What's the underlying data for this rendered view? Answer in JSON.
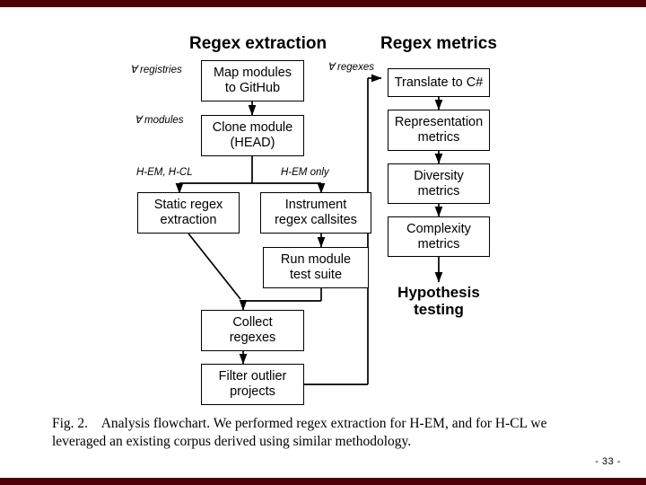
{
  "slide": {
    "page_number": "- 33 -",
    "accent_color": "#4d0008",
    "background_color": "#ffffff"
  },
  "figure": {
    "columns": [
      {
        "id": "extraction",
        "title": "Regex extraction"
      },
      {
        "id": "metrics",
        "title": "Regex metrics"
      }
    ],
    "nodes": [
      {
        "id": "map-modules",
        "label": "Map modules\nto GitHub"
      },
      {
        "id": "clone-module",
        "label": "Clone module\n(HEAD)"
      },
      {
        "id": "static-extraction",
        "label": "Static regex\nextraction"
      },
      {
        "id": "instrument",
        "label": "Instrument\nregex callsites"
      },
      {
        "id": "run-tests",
        "label": "Run module\ntest suite"
      },
      {
        "id": "collect-regexes",
        "label": "Collect\nregexes"
      },
      {
        "id": "filter-outliers",
        "label": "Filter outlier\nprojects"
      },
      {
        "id": "translate-csharp",
        "label": "Translate to C#"
      },
      {
        "id": "representation",
        "label": "Representation\nmetrics"
      },
      {
        "id": "diversity",
        "label": "Diversity\nmetrics"
      },
      {
        "id": "complexity",
        "label": "Complexity\nmetrics"
      },
      {
        "id": "hypothesis",
        "label": "Hypothesis\ntesting"
      }
    ],
    "edge_labels": [
      {
        "id": "all-registries",
        "label": "∀ registries"
      },
      {
        "id": "all-modules",
        "label": "∀ modules"
      },
      {
        "id": "hem-hcl",
        "label": "H-EM, H-CL"
      },
      {
        "id": "hem-only",
        "label": "H-EM only"
      },
      {
        "id": "all-regexes",
        "label": "∀ regexes"
      }
    ]
  },
  "caption": {
    "figure_number": "Fig. 2.",
    "text": "Analysis flowchart. We performed regex extraction for H-EM, and for H-CL we leveraged an existing corpus derived using similar methodology."
  }
}
